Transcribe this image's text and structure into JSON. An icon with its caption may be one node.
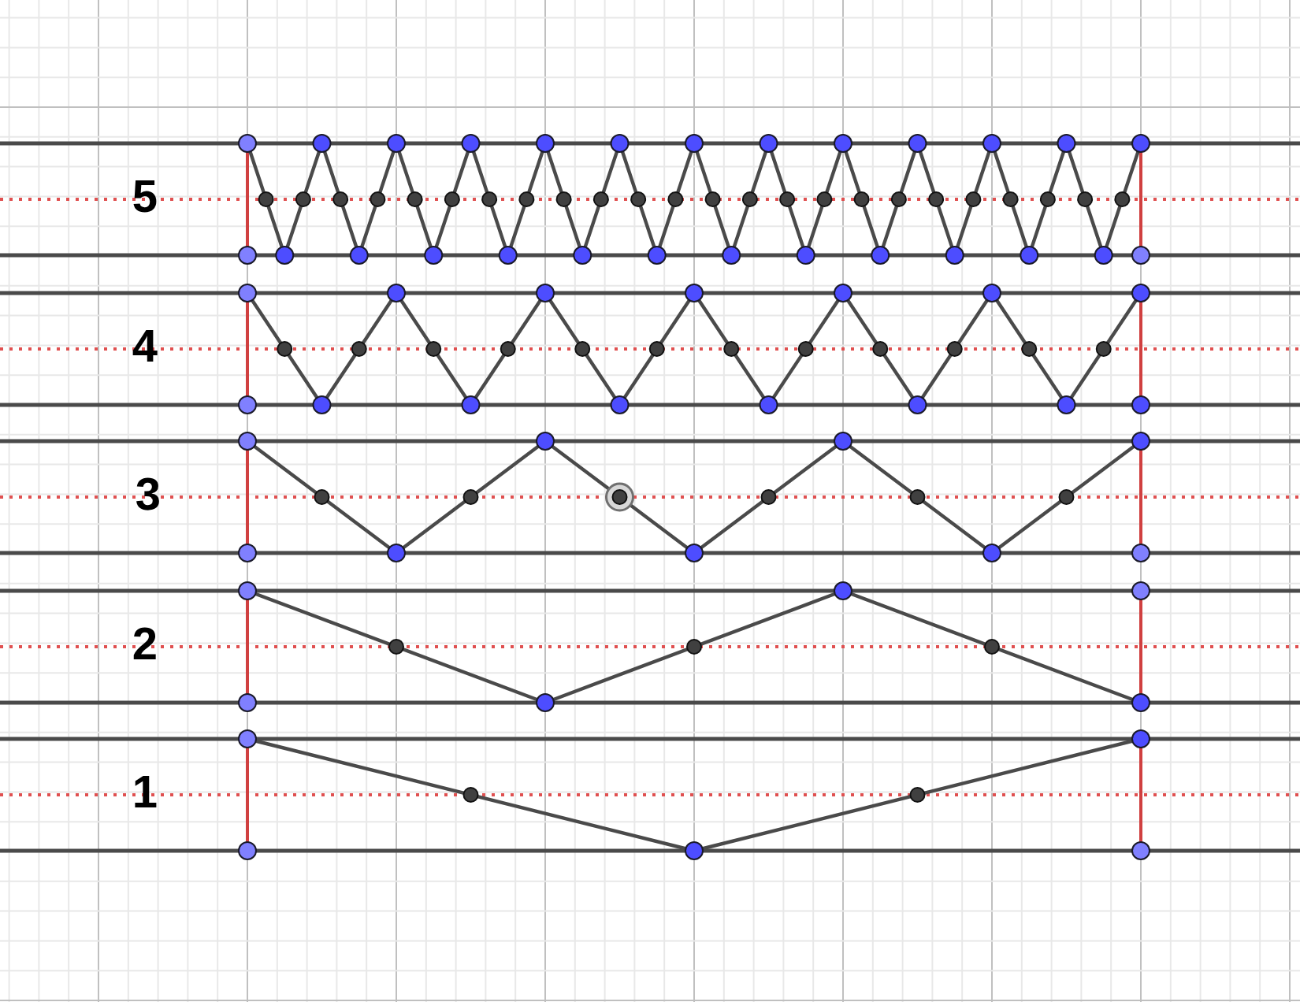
{
  "diagram": {
    "labels": [
      "5",
      "4",
      "3",
      "2",
      "1"
    ]
  }
}
